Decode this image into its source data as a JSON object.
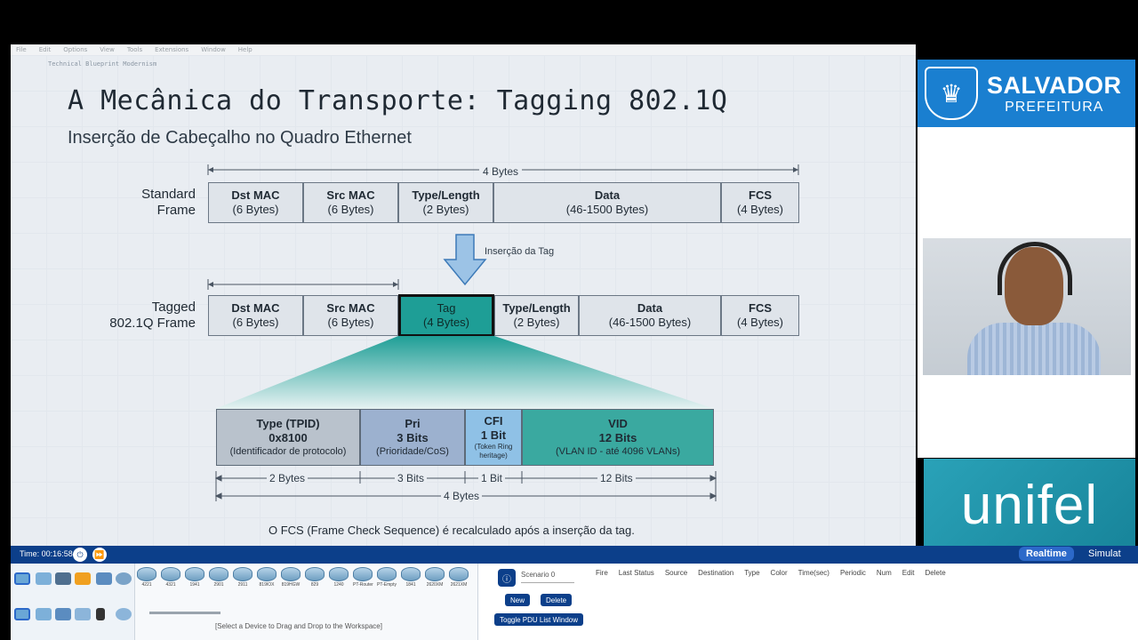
{
  "menubar": [
    "File",
    "Edit",
    "Options",
    "View",
    "Tools",
    "Extensions",
    "Window",
    "Help"
  ],
  "slide": {
    "top_tag": "Technical Blueprint Modernism",
    "title": "A Mecânica do Transporte: Tagging 802.1Q",
    "subtitle": "Inserção de Cabeçalho no Quadro Ethernet",
    "top_span": "4 Bytes",
    "standard_label_1": "Standard",
    "standard_label_2": "Frame",
    "standard_cells": [
      {
        "name": "Dst MAC",
        "size": "(6 Bytes)"
      },
      {
        "name": "Src MAC",
        "size": "(6 Bytes)"
      },
      {
        "name": "Type/Length",
        "size": "(2 Bytes)"
      },
      {
        "name": "Data",
        "size": "(46-1500 Bytes)"
      },
      {
        "name": "FCS",
        "size": "(4 Bytes)"
      }
    ],
    "arrow_label": "Inserção da Tag",
    "tagged_label_1": "Tagged",
    "tagged_label_2": "802.1Q Frame",
    "tagged_cells": [
      {
        "name": "Dst MAC",
        "size": "(6 Bytes)"
      },
      {
        "name": "Src MAC",
        "size": "(6 Bytes)"
      },
      {
        "name": "Tag",
        "size": "(4 Bytes)"
      },
      {
        "name": "Type/Length",
        "size": "(2 Bytes)"
      },
      {
        "name": "Data",
        "size": "(46-1500 Bytes)"
      },
      {
        "name": "FCS",
        "size": "(4 Bytes)"
      }
    ],
    "tag_fields": [
      {
        "name": "Type (TPID)",
        "value": "0x8100",
        "desc": "(Identificador de protocolo)"
      },
      {
        "name": "Pri",
        "value": "3 Bits",
        "desc": "(Prioridade/CoS)"
      },
      {
        "name": "CFI",
        "value": "1 Bit",
        "desc": "(Token Ring heritage)"
      },
      {
        "name": "VID",
        "value": "12 Bits",
        "desc": "(VLAN ID - até 4096 VLANs)"
      }
    ],
    "dims": [
      "2 Bytes",
      "3 Bits",
      "1 Bit",
      "12 Bits"
    ],
    "bottom_span": "4 Bytes",
    "note": "O FCS (Frame Check Sequence) é recalculado após a inserção da tag."
  },
  "logo": {
    "name": "SALVADOR",
    "sub": "PREFEITURA"
  },
  "banner": "unifel",
  "pt": {
    "time": "Time: 00:16:58",
    "realtime": "Realtime",
    "simulation": "Simulat",
    "routers": [
      "4221",
      "4321",
      "1941",
      "2901",
      "2911",
      "819IOX",
      "819HGW",
      "829",
      "1240",
      "PT-Router",
      "PT-Empty",
      "1841",
      "2620XM",
      "2621XM"
    ],
    "hint": "[Select a Device to Drag and Drop to the Workspace]",
    "scenario": "Scenario 0",
    "new": "New",
    "delete": "Delete",
    "toggle": "Toggle PDU List Window",
    "columns": [
      "Fire",
      "Last Status",
      "Source",
      "Destination",
      "Type",
      "Color",
      "Time(sec)",
      "Periodic",
      "Num",
      "Edit",
      "Delete"
    ]
  }
}
